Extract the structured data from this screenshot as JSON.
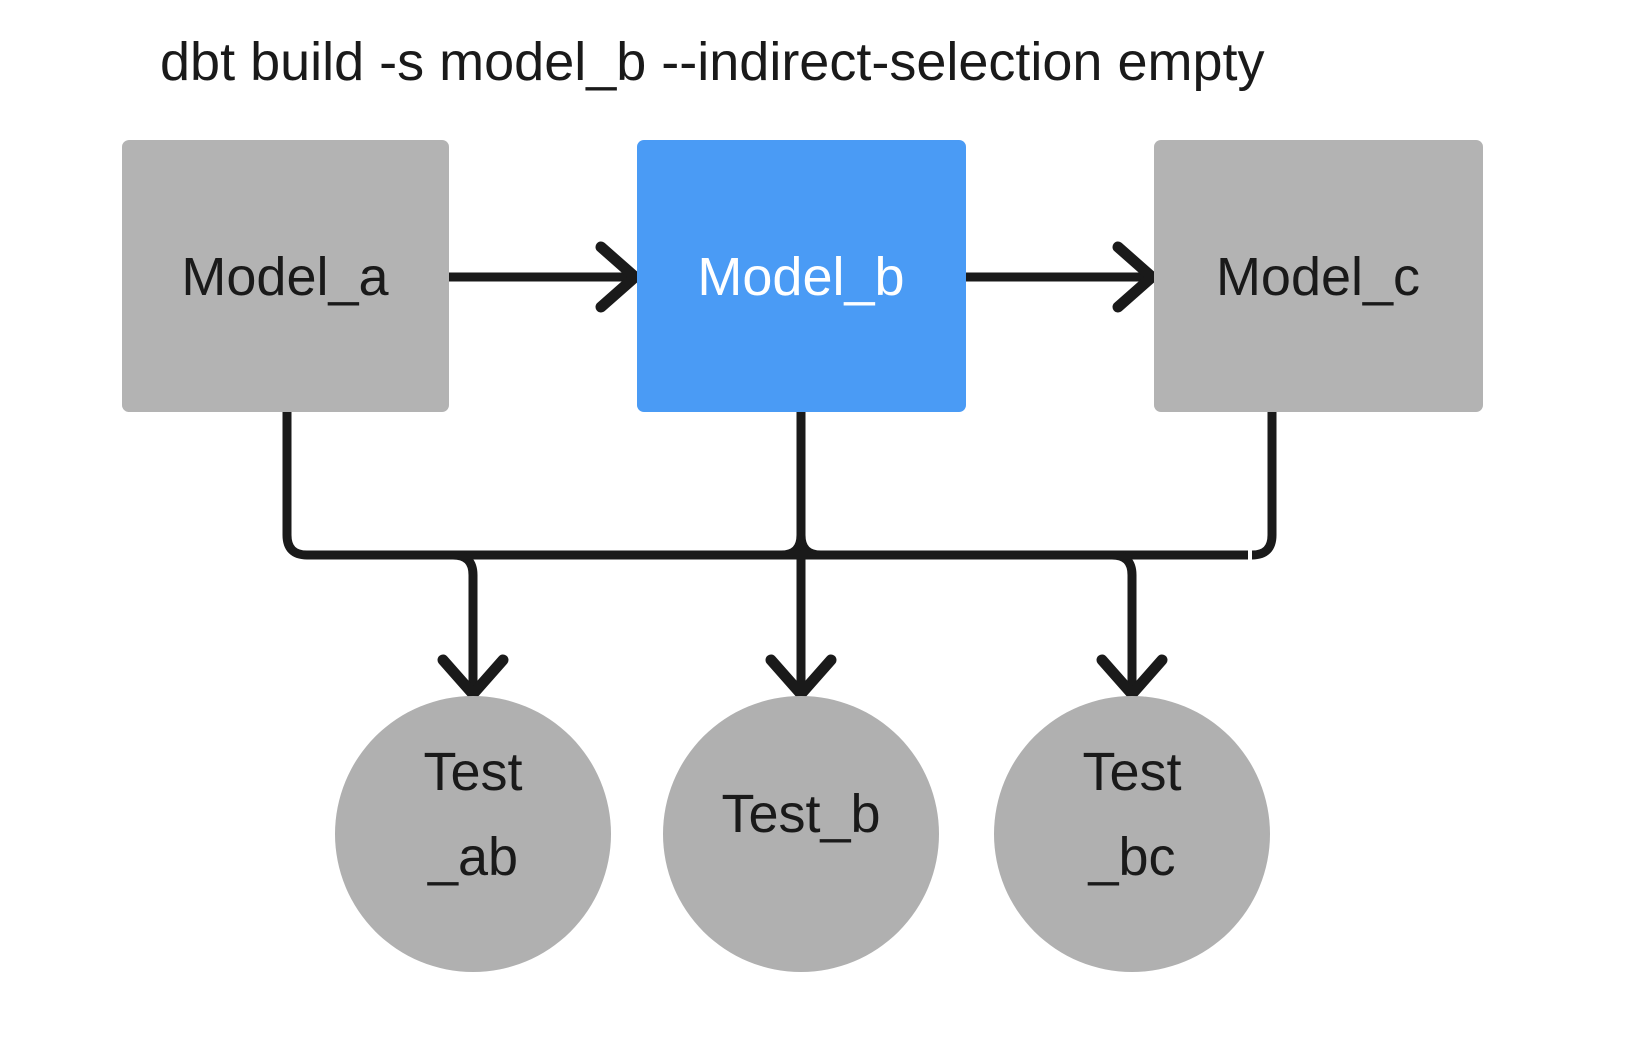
{
  "title": "dbt build -s model_b --indirect-selection empty",
  "colors": {
    "background": "#ffffff",
    "node_gray": "#b3b3b3",
    "circle_gray": "#b0b0b0",
    "selected_blue": "#4a9bf5",
    "edge_black": "#1a1a1a",
    "text_dark": "#1a1a1a",
    "text_light": "#ffffff"
  },
  "models": [
    {
      "id": "model_a",
      "label": "Model_a",
      "state": "unselected",
      "shape": "rect"
    },
    {
      "id": "model_b",
      "label": "Model_b",
      "state": "selected",
      "shape": "rect"
    },
    {
      "id": "model_c",
      "label": "Model_c",
      "state": "unselected",
      "shape": "rect"
    }
  ],
  "tests": [
    {
      "id": "test_ab",
      "label_line1": "Test",
      "label_line2": "_ab",
      "state": "unselected",
      "shape": "circle"
    },
    {
      "id": "test_b",
      "label_line1": "Test_b",
      "label_line2": "",
      "state": "unselected",
      "shape": "circle"
    },
    {
      "id": "test_bc",
      "label_line1": "Test",
      "label_line2": "_bc",
      "state": "unselected",
      "shape": "circle"
    }
  ],
  "edges": [
    {
      "from": "model_a",
      "to": "model_b",
      "kind": "model-to-model"
    },
    {
      "from": "model_b",
      "to": "model_c",
      "kind": "model-to-model"
    },
    {
      "from": "model_a",
      "to": "test_ab",
      "kind": "model-to-test"
    },
    {
      "from": "model_b",
      "to": "test_ab",
      "kind": "model-to-test"
    },
    {
      "from": "model_b",
      "to": "test_b",
      "kind": "model-to-test"
    },
    {
      "from": "model_b",
      "to": "test_bc",
      "kind": "model-to-test"
    },
    {
      "from": "model_c",
      "to": "test_bc",
      "kind": "model-to-test"
    }
  ]
}
